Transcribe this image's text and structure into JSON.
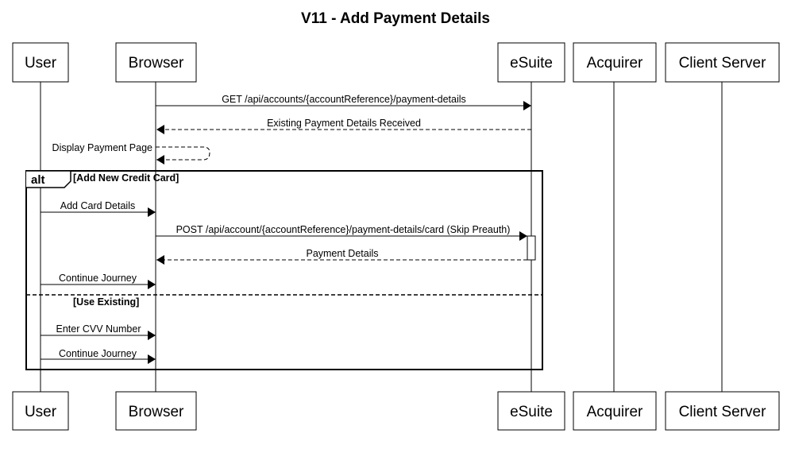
{
  "title": "V11 - Add Payment Details",
  "participants": [
    {
      "id": "user",
      "label": "User"
    },
    {
      "id": "browser",
      "label": "Browser"
    },
    {
      "id": "esuite",
      "label": "eSuite"
    },
    {
      "id": "acquirer",
      "label": "Acquirer"
    },
    {
      "id": "client",
      "label": "Client Server"
    }
  ],
  "messages": [
    {
      "label": "GET /api/accounts/{accountReference}/payment-details",
      "from": "browser",
      "to": "esuite",
      "style": "solid"
    },
    {
      "label": "Existing Payment Details Received",
      "from": "esuite",
      "to": "browser",
      "style": "dashed"
    },
    {
      "label": "Display Payment Page",
      "from": "browser",
      "to": "browser",
      "style": "dashed",
      "self": true
    },
    {
      "label": "Add Card Details",
      "from": "user",
      "to": "browser",
      "style": "solid"
    },
    {
      "label": "POST /api/account/{accountReference}/payment-details/card (Skip Preauth)",
      "from": "browser",
      "to": "esuite",
      "style": "solid"
    },
    {
      "label": "Payment Details",
      "from": "esuite",
      "to": "browser",
      "style": "dashed"
    },
    {
      "label": "Continue Journey",
      "from": "user",
      "to": "browser",
      "style": "solid"
    },
    {
      "label": "Enter CVV Number",
      "from": "user",
      "to": "browser",
      "style": "solid"
    },
    {
      "label": "Continue Journey",
      "from": "user",
      "to": "browser",
      "style": "solid"
    }
  ],
  "fragment": {
    "operator": "alt",
    "guard_1": "[Add New Credit Card]",
    "guard_2": "[Use Existing]"
  }
}
